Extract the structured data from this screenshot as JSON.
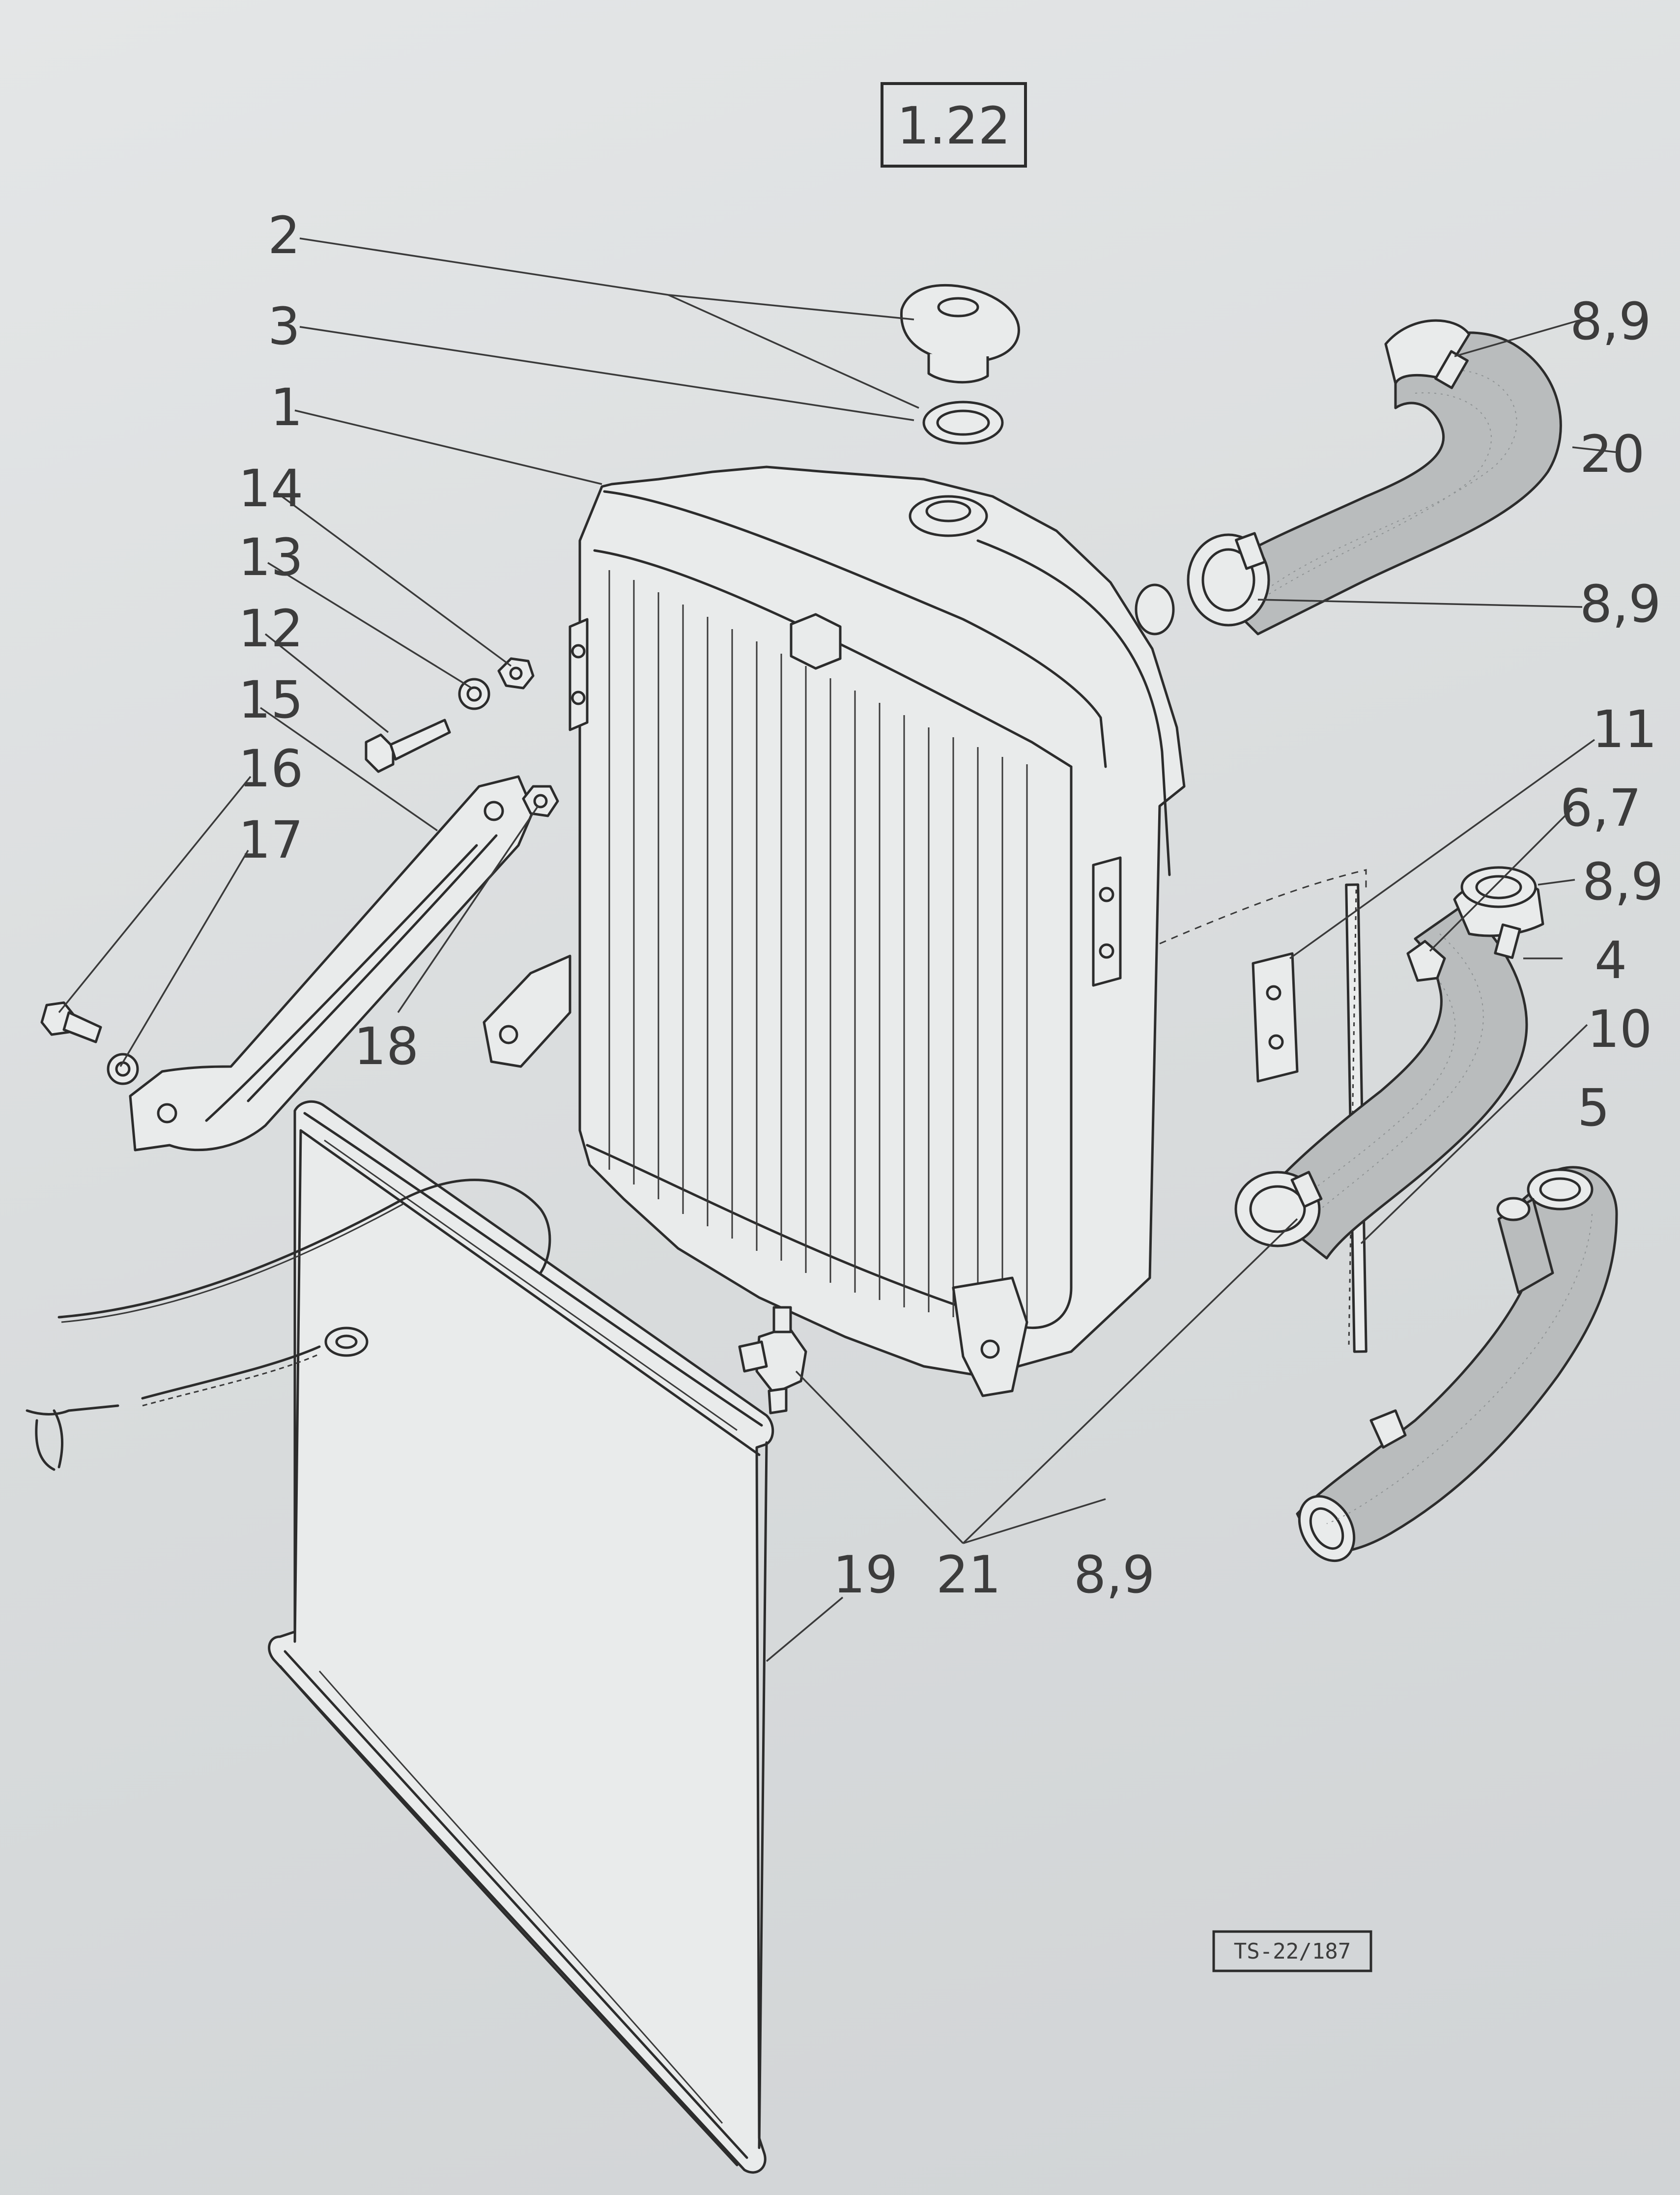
{
  "sheet_number": "1.22",
  "drawing_ref": "TS-22/187",
  "callouts": [
    {
      "id": "c2",
      "text": "2"
    },
    {
      "id": "c3",
      "text": "3"
    },
    {
      "id": "c1",
      "text": "1"
    },
    {
      "id": "c14",
      "text": "14"
    },
    {
      "id": "c13",
      "text": "13"
    },
    {
      "id": "c12",
      "text": "12"
    },
    {
      "id": "c15",
      "text": "15"
    },
    {
      "id": "c16",
      "text": "16"
    },
    {
      "id": "c17",
      "text": "17"
    },
    {
      "id": "c18",
      "text": "18"
    },
    {
      "id": "c89a",
      "text": "8,9"
    },
    {
      "id": "c20",
      "text": "20"
    },
    {
      "id": "c89b",
      "text": "8,9"
    },
    {
      "id": "c11",
      "text": "11"
    },
    {
      "id": "c67",
      "text": "6,7"
    },
    {
      "id": "c89c",
      "text": "8,9"
    },
    {
      "id": "c4",
      "text": "4"
    },
    {
      "id": "c10",
      "text": "10"
    },
    {
      "id": "c5",
      "text": "5"
    },
    {
      "id": "c19",
      "text": "19"
    },
    {
      "id": "c21",
      "text": "21"
    },
    {
      "id": "c89d",
      "text": "8,9"
    }
  ],
  "colors": {
    "paper": "#dcdfe0",
    "ink": "#2c2c2c",
    "hose": "#b9bcbd"
  }
}
